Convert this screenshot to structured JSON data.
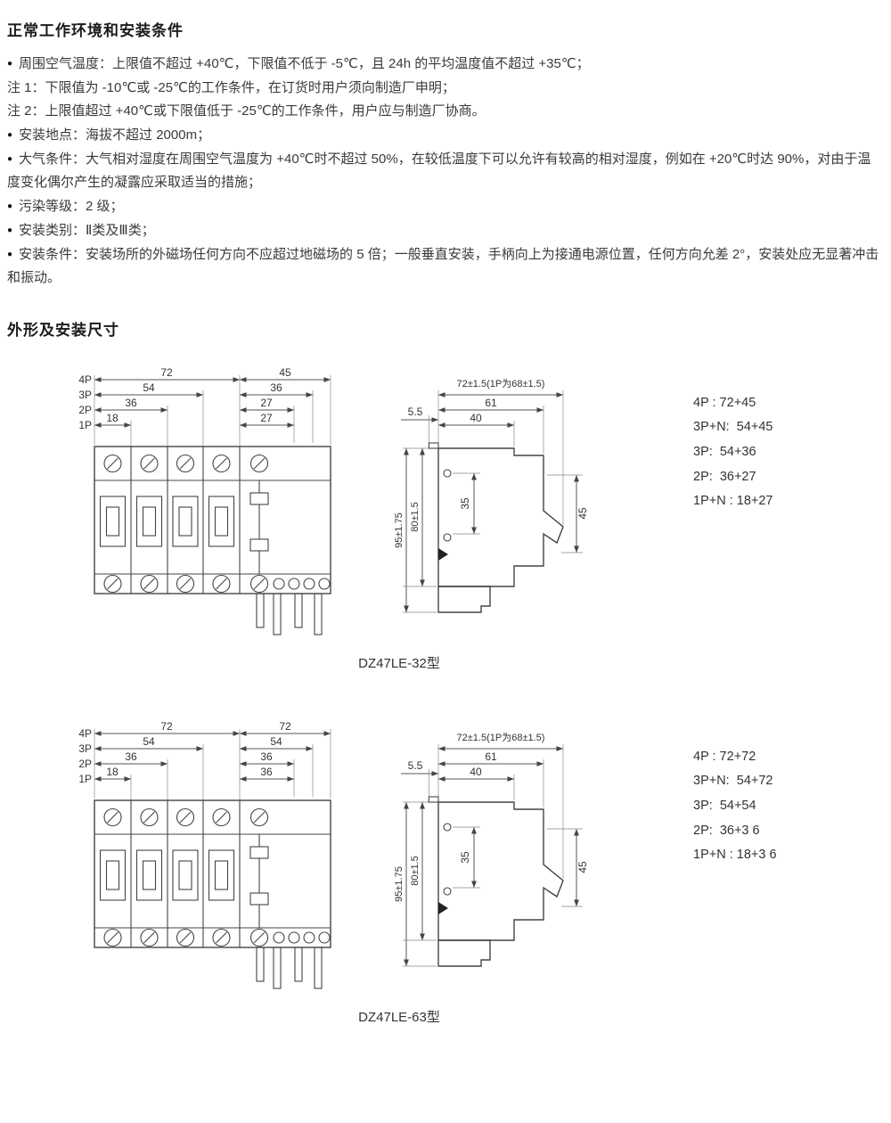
{
  "sections": {
    "conditions_title": "正常工作环境和安装条件",
    "dimensions_title": "外形及安装尺寸"
  },
  "conditions": [
    {
      "marker": "●",
      "text": "周围空气温度：上限值不超过 +40℃，下限值不低于 -5℃，且 24h 的平均温度值不超过 +35℃；"
    },
    {
      "marker": "",
      "text": "注 1：下限值为 -10℃或 -25℃的工作条件，在订货时用户须向制造厂申明；"
    },
    {
      "marker": "",
      "text": "注 2：上限值超过 +40℃或下限值低于 -25℃的工作条件，用户应与制造厂协商。"
    },
    {
      "marker": "●",
      "text": "安装地点：海拔不超过 2000m；"
    },
    {
      "marker": "●",
      "text": "大气条件：大气相对湿度在周围空气温度为 +40℃时不超过 50%，在较低温度下可以允许有较高的相对湿度，例如在 +20℃时达 90%，对由于温度变化偶尔产生的凝露应采取适当的措施；"
    },
    {
      "marker": "●",
      "text": "污染等级：2 级；"
    },
    {
      "marker": "●",
      "text": "安装类别：Ⅱ类及Ⅲ类；"
    },
    {
      "marker": "●",
      "text": "安装条件：安装场所的外磁场任何方向不应超过地磁场的 5 倍；一般垂直安装，手柄向上为接通电源位置，任何方向允差 2°，安装处应无显著冲击和振动。"
    }
  ],
  "figures": [
    {
      "caption": "DZ47LE-32型",
      "front": {
        "pole_labels": [
          "4P",
          "3P",
          "2P",
          "1P"
        ],
        "left_dims": [
          "72",
          "54",
          "36",
          "18"
        ],
        "right_dims": [
          "45",
          "36",
          "27",
          "27"
        ]
      },
      "side": {
        "top_dim": "72±1.5(1P为68±1.5)",
        "dim_61": "61",
        "dim_40": "40",
        "dim_55": "5.5",
        "dim_95": "95±1.75",
        "dim_80": "80±1.5",
        "dim_35": "35",
        "dim_45": "45"
      },
      "specs": [
        "4P : 72+45",
        "3P+N:  54+45",
        "3P:  54+36",
        "2P:  36+27",
        "1P+N : 18+27"
      ]
    },
    {
      "caption": "DZ47LE-63型",
      "front": {
        "pole_labels": [
          "4P",
          "3P",
          "2P",
          "1P"
        ],
        "left_dims": [
          "72",
          "54",
          "36",
          "18"
        ],
        "right_dims": [
          "72",
          "54",
          "36",
          "36"
        ]
      },
      "side": {
        "top_dim": "72±1.5(1P为68±1.5)",
        "dim_61": "61",
        "dim_40": "40",
        "dim_55": "5.5",
        "dim_95": "95±1.75",
        "dim_80": "80±1.5",
        "dim_35": "35",
        "dim_45": "45"
      },
      "specs": [
        "4P : 72+72",
        "3P+N:  54+72",
        "3P:  54+54",
        "2P:  36+3 6",
        "1P+N : 18+3 6"
      ]
    }
  ]
}
